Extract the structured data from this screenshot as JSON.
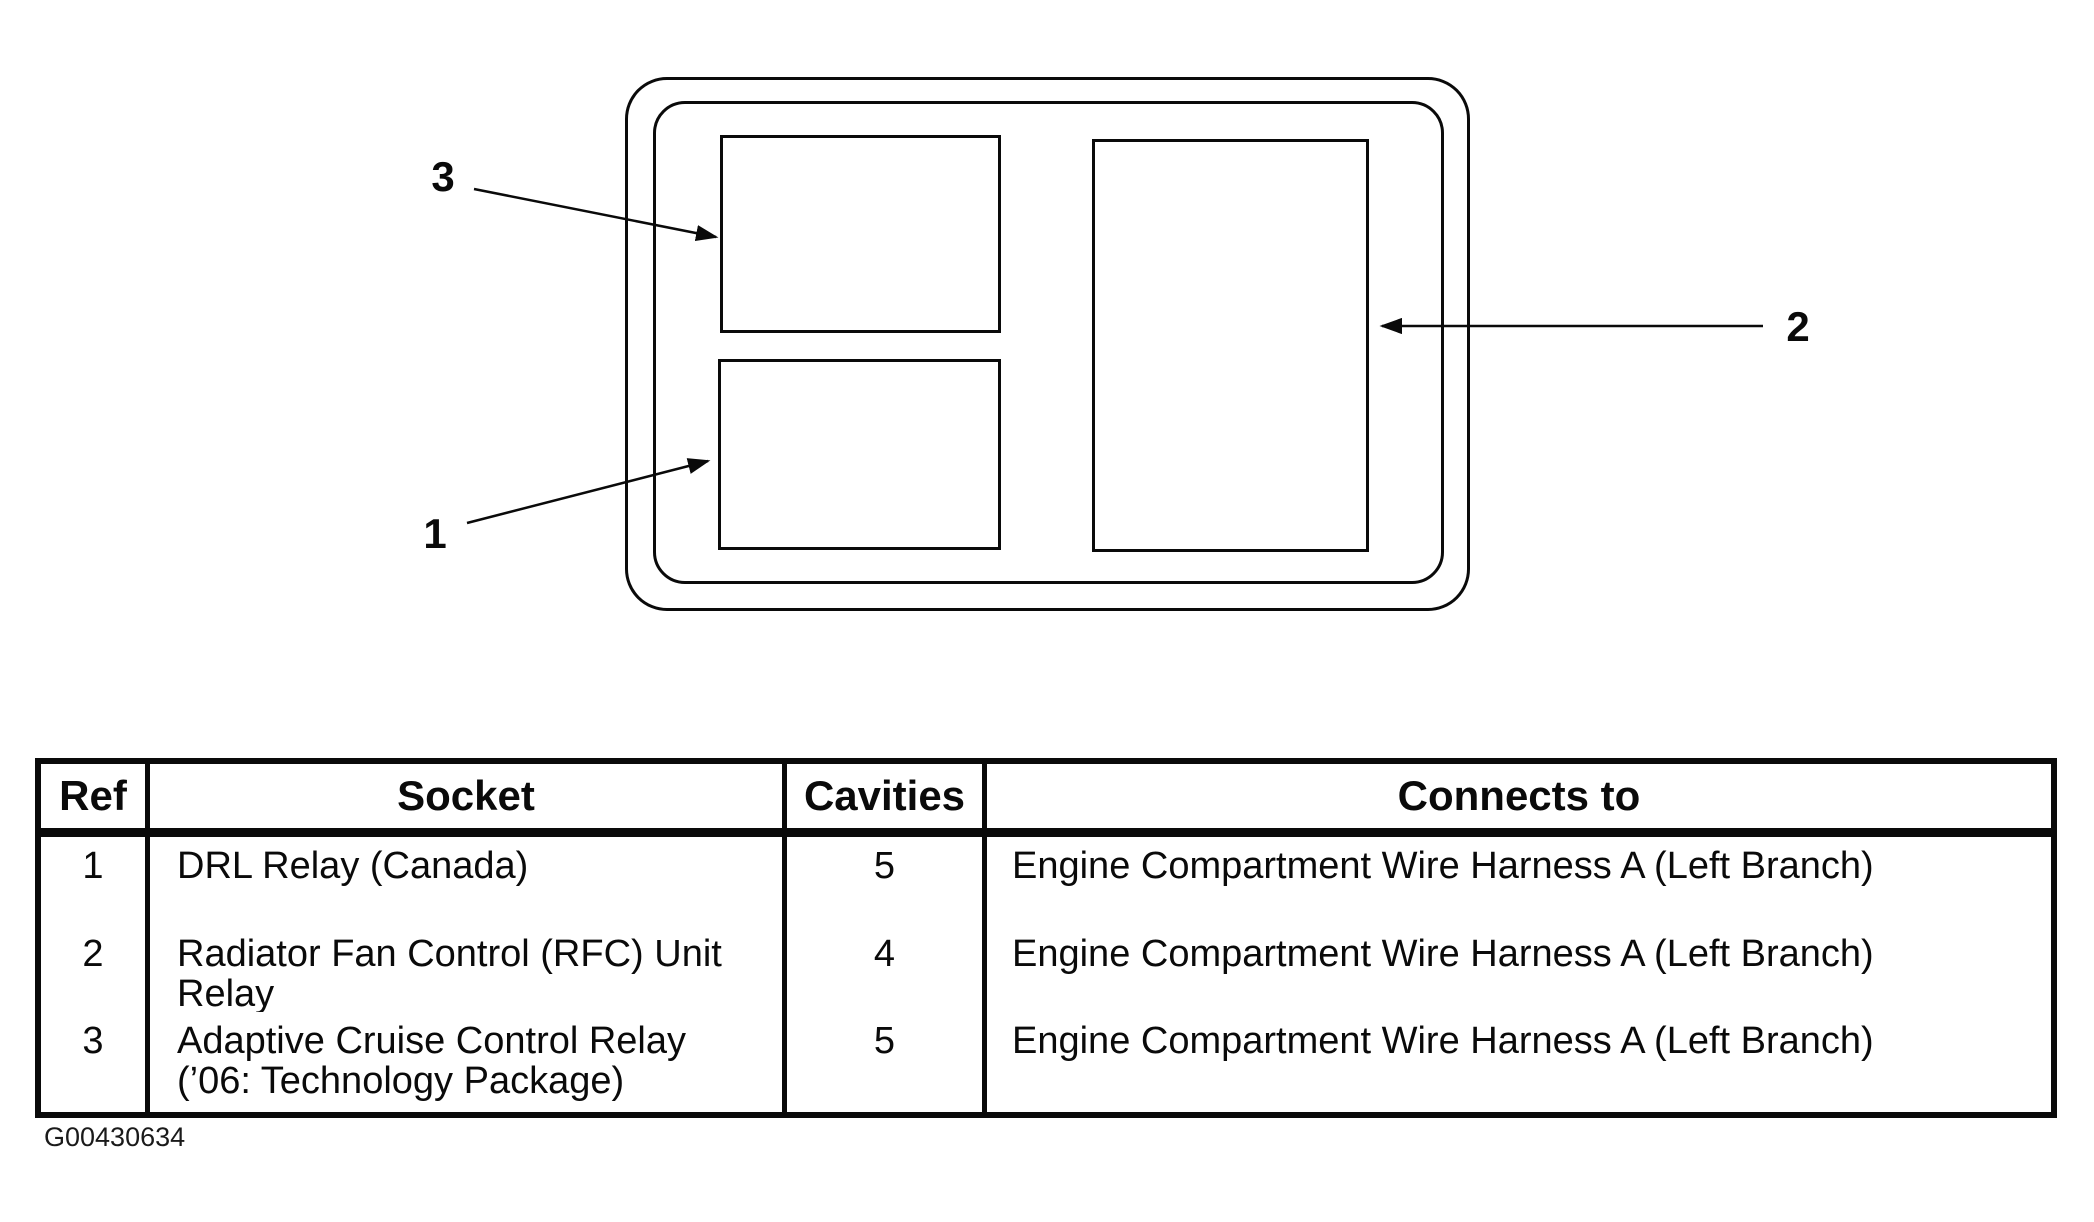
{
  "colors": {
    "ink": "#0a0a0a",
    "paper": "#ffffff"
  },
  "diagram": {
    "description_visible_text_only": "",
    "callouts": [
      {
        "label": "1"
      },
      {
        "label": "2"
      },
      {
        "label": "3"
      }
    ]
  },
  "table": {
    "headers": [
      "Ref",
      "Socket",
      "Cavities",
      "Connects to"
    ],
    "rows": [
      {
        "ref": "1",
        "socket_line1": "DRL Relay (Canada)",
        "socket_line2": "",
        "cavities": "5",
        "connects_to": "Engine Compartment Wire Harness A (Left Branch)"
      },
      {
        "ref": "2",
        "socket_line1": "Radiator Fan Control (RFC) Unit",
        "socket_line2": "Relay",
        "cavities": "4",
        "connects_to": "Engine Compartment Wire Harness A (Left Branch)"
      },
      {
        "ref": "3",
        "socket_line1": "Adaptive Cruise Control Relay",
        "socket_line2": "(’06: Technology Package)",
        "cavities": "5",
        "connects_to": "Engine Compartment Wire Harness A (Left Branch)"
      }
    ]
  },
  "footer": {
    "figure_code": "G00430634"
  }
}
